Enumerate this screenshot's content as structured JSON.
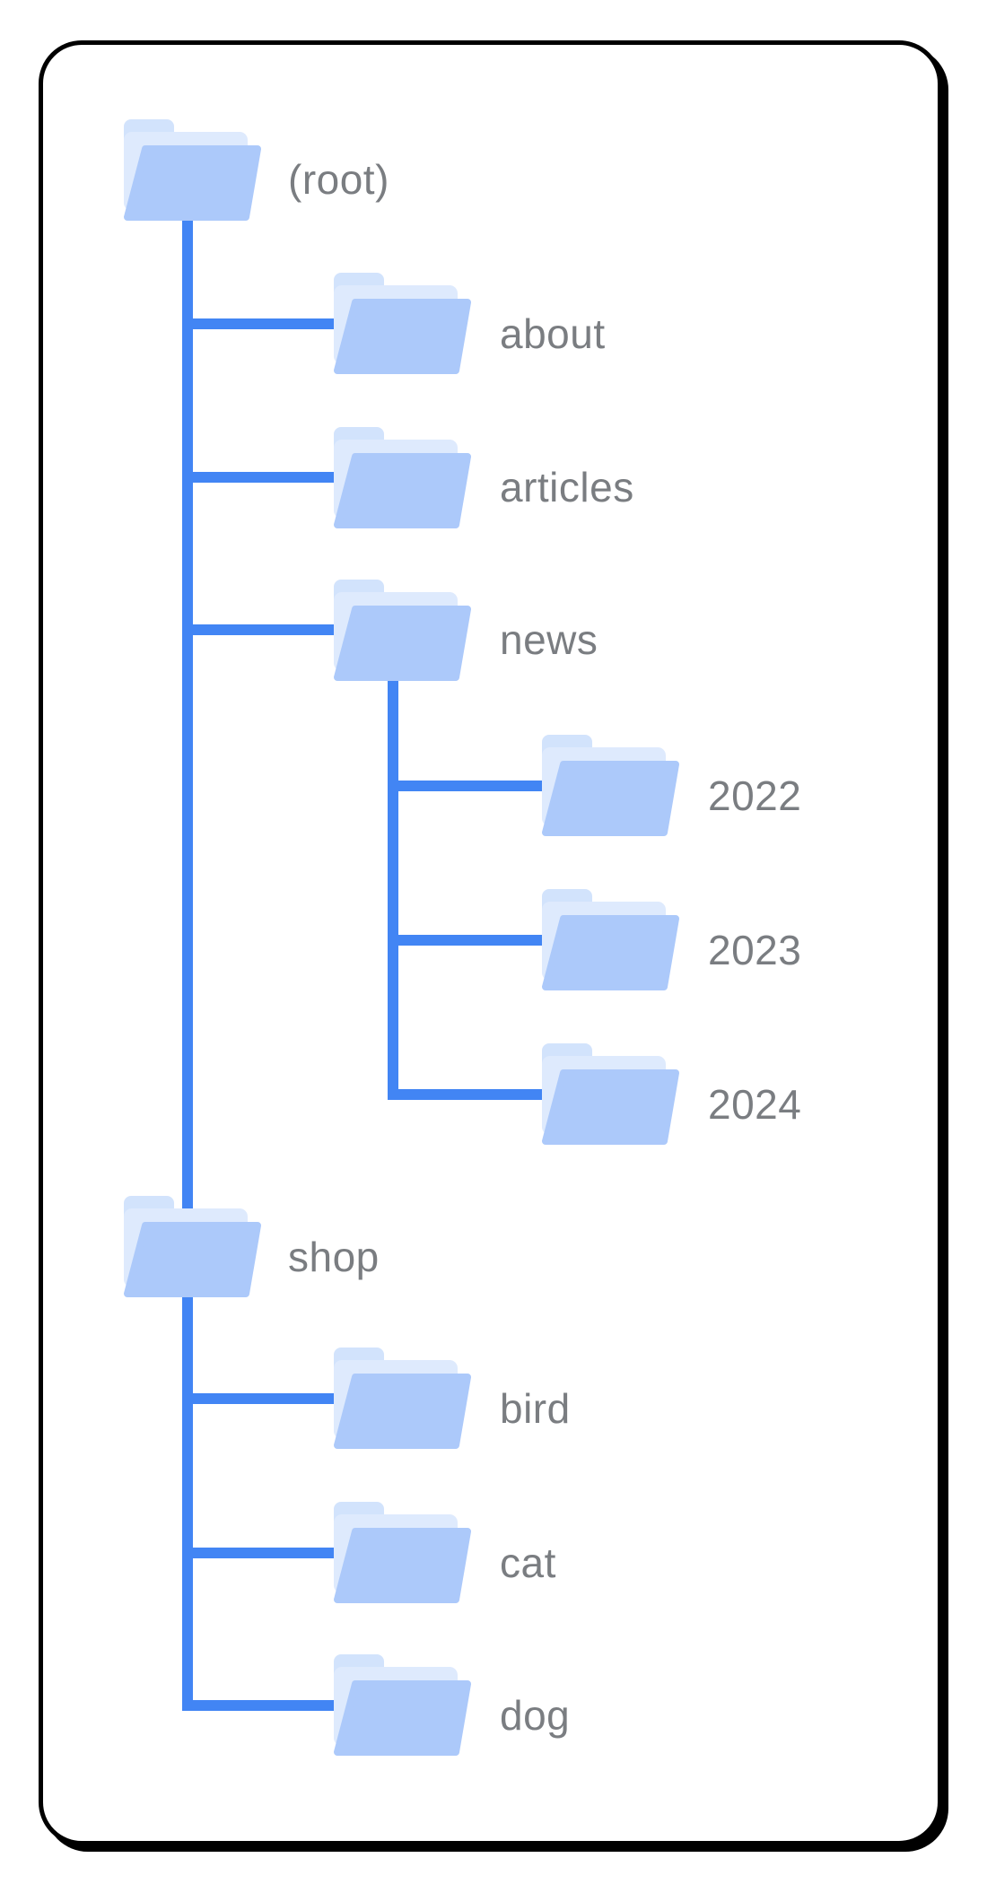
{
  "diagram": {
    "type": "folder-tree",
    "description": "Site URL structure diagram: root with about, articles, news (2022/2023/2024) and shop (bird/cat/dog) subfolders",
    "colors": {
      "connector_blue": "#4285F4",
      "folder_front": "#ACC9FA",
      "folder_back": "#DEEAFD",
      "folder_tab": "#D2E3FC",
      "label_gray": "#7A7D81",
      "card_border": "#000000",
      "background": "#FFFFFF"
    },
    "tree": {
      "nodes": [
        {
          "label": "(root)",
          "depth": 0,
          "parent": null
        },
        {
          "label": "about",
          "depth": 1,
          "parent": "(root)"
        },
        {
          "label": "articles",
          "depth": 1,
          "parent": "(root)"
        },
        {
          "label": "news",
          "depth": 1,
          "parent": "(root)"
        },
        {
          "label": "2022",
          "depth": 2,
          "parent": "news"
        },
        {
          "label": "2023",
          "depth": 2,
          "parent": "news"
        },
        {
          "label": "2024",
          "depth": 2,
          "parent": "news"
        },
        {
          "label": "shop",
          "depth": 0,
          "parent": "(root)"
        },
        {
          "label": "bird",
          "depth": 1,
          "parent": "shop"
        },
        {
          "label": "cat",
          "depth": 1,
          "parent": "shop"
        },
        {
          "label": "dog",
          "depth": 1,
          "parent": "shop"
        }
      ]
    }
  }
}
